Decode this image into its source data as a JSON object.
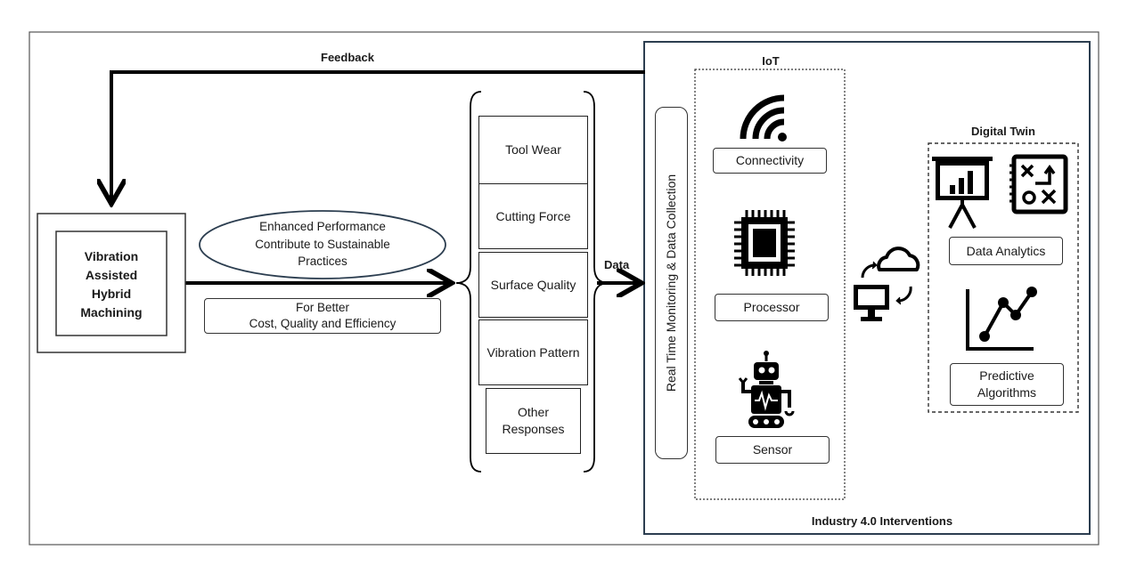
{
  "feedback_label": "Feedback",
  "data_label": "Data",
  "machining": {
    "line1": "Vibration",
    "line2": "Assisted",
    "line3": "Hybrid",
    "line4": "Machining"
  },
  "ellipse": {
    "line1": "Enhanced Performance",
    "line2": "Contribute to Sustainable",
    "line3": "Practices"
  },
  "better_box": {
    "line1": "For Better",
    "line2": "Cost, Quality and Efficiency"
  },
  "responses": [
    "Tool Wear",
    "Cutting Force",
    "Surface Quality",
    "Vibration Pattern"
  ],
  "other_responses": {
    "line1": "Other",
    "line2": "Responses"
  },
  "monitoring_label": "Real Time Monitoring & Data Collection",
  "iot": {
    "title": "IoT",
    "connectivity": "Connectivity",
    "processor": "Processor",
    "sensor": "Sensor"
  },
  "digital_twin": {
    "title": "Digital Twin",
    "data_analytics": "Data Analytics",
    "predictive_line1": "Predictive",
    "predictive_line2": "Algorithms"
  },
  "industry_label": "Industry 4.0 Interventions",
  "icons": {
    "connectivity": "wifi-signal-icon",
    "processor": "cpu-chip-icon",
    "sensor": "robot-icon",
    "sync": "computer-cloud-sync-icon",
    "presentation": "presentation-chart-icon",
    "strategy": "strategy-board-icon",
    "trend": "line-trend-icon"
  }
}
